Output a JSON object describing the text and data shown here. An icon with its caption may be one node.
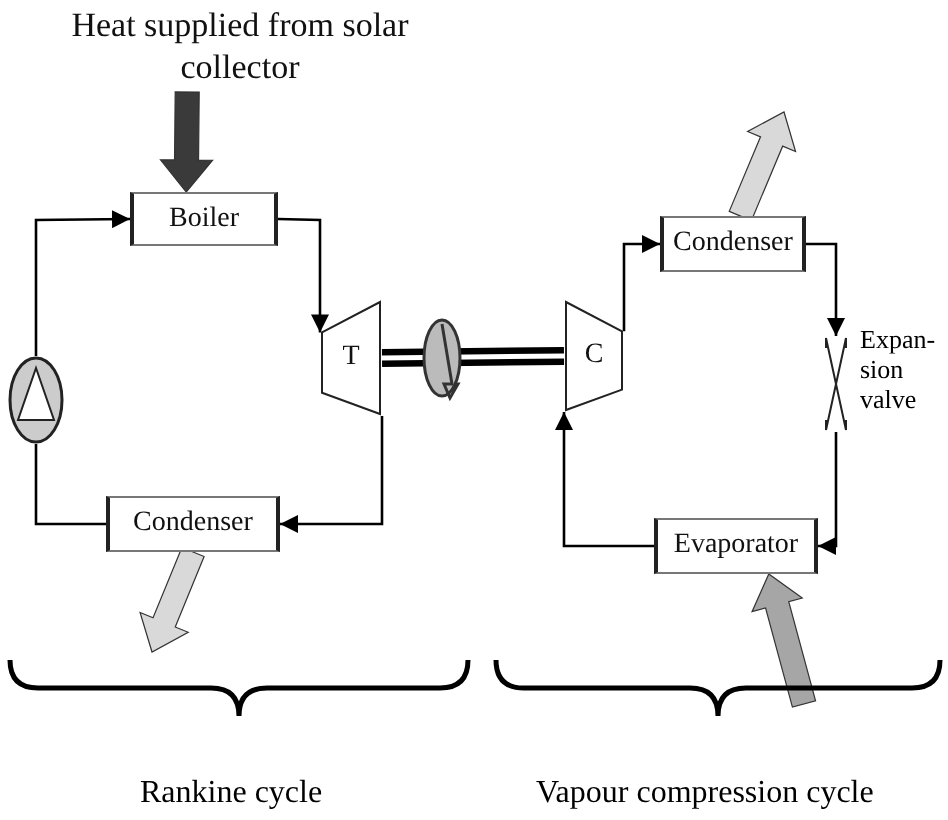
{
  "diagram": {
    "nodes": [
      {
        "text": [
          "Heat supplied from solar collector"
        ]
      },
      {
        "text": [
          "Boiler"
        ]
      },
      {
        "text": [
          "T"
        ]
      },
      {
        "text": [
          "Condenser"
        ]
      },
      {
        "text": [],
        "shape": "circle"
      },
      {
        "text": [
          "C"
        ]
      },
      {
        "text": [
          "Condenser"
        ]
      },
      {
        "text": [],
        "shape": "valve",
        "beside": [
          "Expan-sion valve"
        ]
      },
      {
        "text": [
          "Evaporator"
        ]
      }
    ],
    "edges": [
      {
        "from": 0,
        "to": 1,
        "arrow": "to",
        "style": "thick",
        "color": "#3a3a3a"
      },
      {
        "from": 1,
        "to": 2,
        "arrow": "to"
      },
      {
        "from": 2,
        "to": 3,
        "arrow": "to"
      },
      {
        "from": 3,
        "to": 4,
        "arrow": "none"
      },
      {
        "from": 4,
        "to": 1,
        "arrow": "to"
      },
      {
        "from": 2,
        "to": 5,
        "arrow": "none",
        "style": "thick"
      },
      {
        "from": 5,
        "to": 6,
        "arrow": "to"
      },
      {
        "from": 6,
        "to": 7,
        "arrow": "to"
      },
      {
        "from": 7,
        "to": 8,
        "arrow": "to"
      },
      {
        "from": 8,
        "to": 5,
        "arrow": "to"
      },
      {
        "from": 3,
        "to": null,
        "arrow": "to",
        "style": "thick",
        "color": "#d9d9d9"
      },
      {
        "from": 6,
        "to": null,
        "arrow": "to",
        "style": "thick",
        "color": "#d9d9d9"
      },
      {
        "from": null,
        "to": 8,
        "arrow": "to",
        "style": "thick",
        "color": "#a6a6a6"
      }
    ],
    "labels": [
      "Rankine cycle",
      "Vapour compression cycle"
    ]
  }
}
